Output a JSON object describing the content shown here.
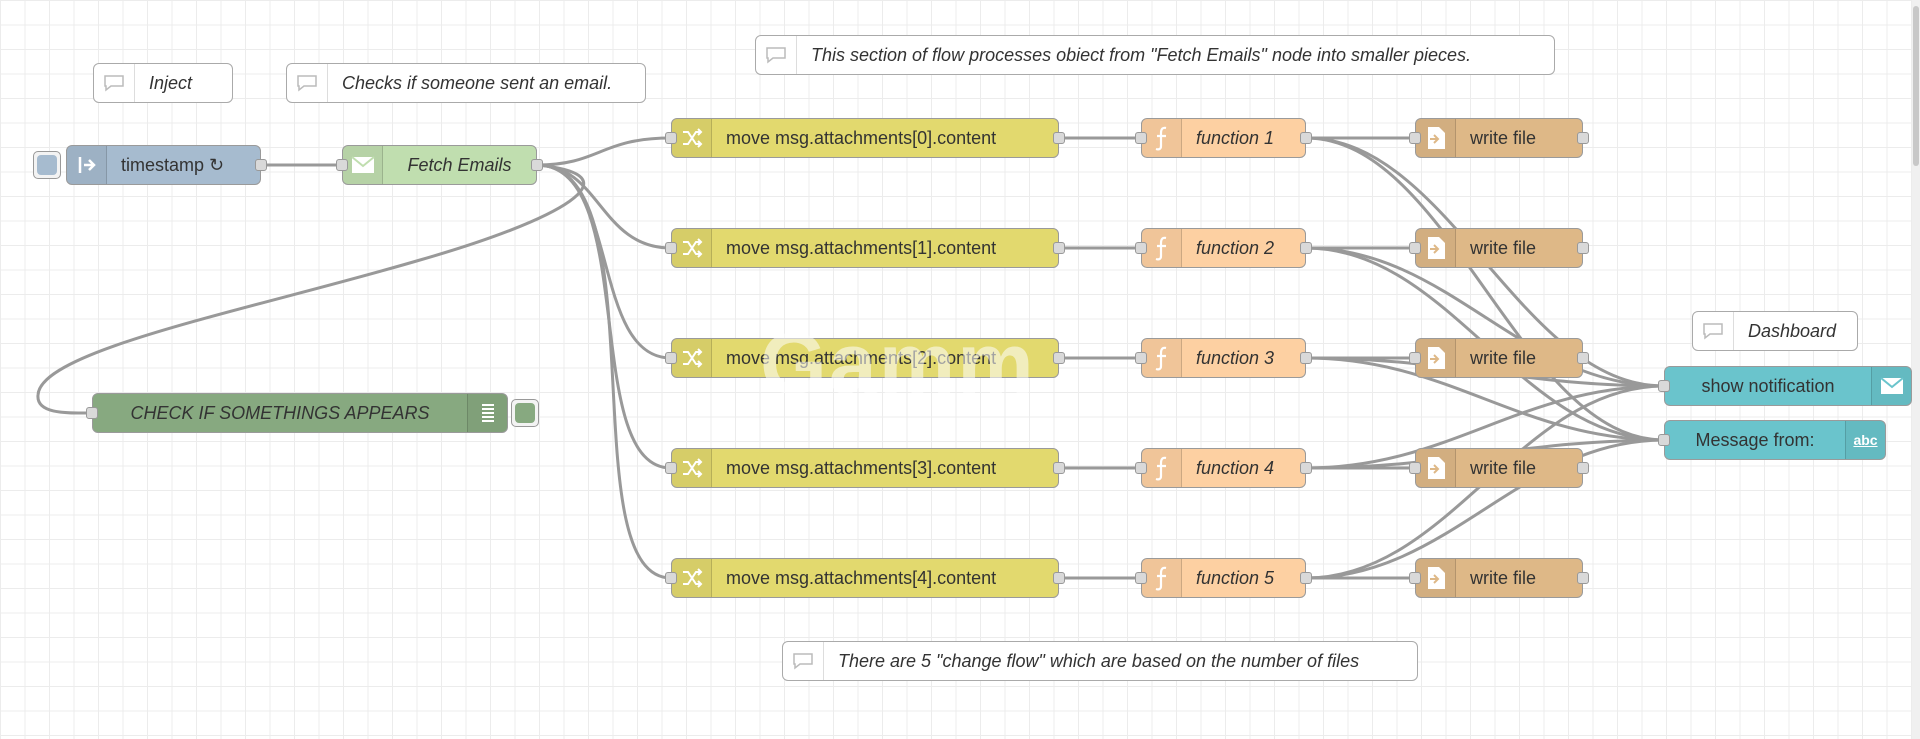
{
  "colors": {
    "inject": "#a6bbcf",
    "email": "#c0deaf",
    "change": "#e2d96e",
    "function": "#fdd0a2",
    "file": "#deb887",
    "debug": "#87a980",
    "dashboard": "#6ac4cc"
  },
  "comments": {
    "inject": "Inject",
    "checks": "Checks if someone sent an email.",
    "section": "This section of flow processes obiect from \"Fetch Emails\" node into smaller pieces.",
    "dashboard": "Dashboard",
    "bottom": "There are 5 \"change flow\" which are based on the number of files"
  },
  "nodes": {
    "timestamp": {
      "label": "timestamp ↻",
      "icon": "arrow-right-icon"
    },
    "fetch": {
      "label": "Fetch Emails",
      "icon": "envelope-icon"
    },
    "debug": {
      "label": "CHECK IF SOMETHINGS APPEARS",
      "icon": "list-icon"
    },
    "changes": [
      {
        "label": "move msg.attachments[0].content",
        "icon": "shuffle-icon"
      },
      {
        "label": "move msg.attachments[1].content",
        "icon": "shuffle-icon"
      },
      {
        "label": "move msg.attachments[2].content",
        "icon": "shuffle-icon"
      },
      {
        "label": "move msg.attachments[3].content",
        "icon": "shuffle-icon"
      },
      {
        "label": "move msg.attachments[4].content",
        "icon": "shuffle-icon"
      }
    ],
    "functions": [
      {
        "label": "function 1",
        "icon": "function-icon"
      },
      {
        "label": "function 2",
        "icon": "function-icon"
      },
      {
        "label": "function 3",
        "icon": "function-icon"
      },
      {
        "label": "function 4",
        "icon": "function-icon"
      },
      {
        "label": "function 5",
        "icon": "function-icon"
      }
    ],
    "files": [
      {
        "label": "write file",
        "icon": "file-icon"
      },
      {
        "label": "write file",
        "icon": "file-icon"
      },
      {
        "label": "write file",
        "icon": "file-icon"
      },
      {
        "label": "write file",
        "icon": "file-icon"
      },
      {
        "label": "write file",
        "icon": "file-icon"
      }
    ],
    "notification": {
      "label": "show notification",
      "icon": "envelope-icon"
    },
    "message": {
      "label": "Message from:",
      "icon": "abc-icon",
      "icon_text": "abc"
    }
  },
  "watermark": "Gamm"
}
